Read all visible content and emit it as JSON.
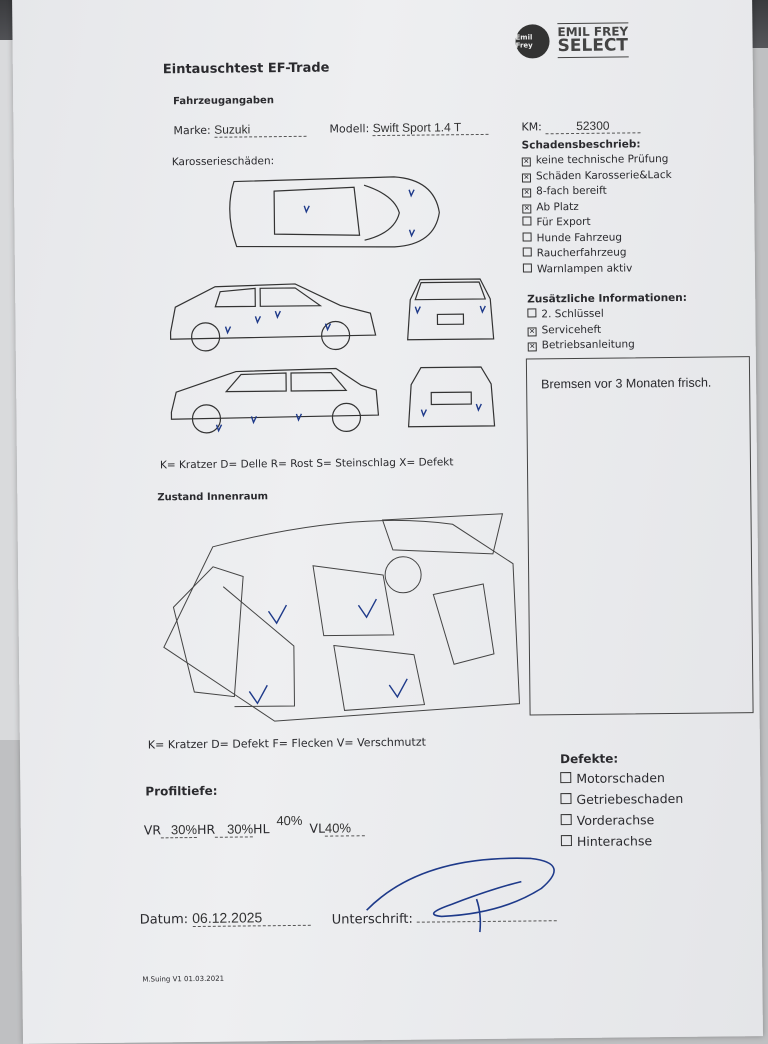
{
  "header": {
    "title": "Eintauschtest EF-Trade",
    "logo": {
      "emblem": "Emil Frey",
      "line1": "EMIL FREY",
      "line2": "SELECT"
    }
  },
  "vehicle": {
    "section": "Fahrzeugangaben",
    "make_label": "Marke:",
    "make_value": "Suzuki",
    "model_label": "Modell:",
    "model_value": "Swift Sport 1.4 T",
    "km_label": "KM:",
    "km_value": "52300"
  },
  "body_damage": {
    "title": "Karosserieschäden:",
    "legend": "K= Kratzer D= Delle R= Rost S= Steinschlag X= Defekt"
  },
  "damage_description": {
    "title": "Schadensbeschrieb:",
    "items": [
      {
        "label": "keine technische Prüfung",
        "checked": true
      },
      {
        "label": "Schäden Karosserie&Lack",
        "checked": true
      },
      {
        "label": "8-fach bereift",
        "checked": true
      },
      {
        "label": "Ab Platz",
        "checked": true
      },
      {
        "label": "Für Export",
        "checked": false
      },
      {
        "label": "Hunde Fahrzeug",
        "checked": false
      },
      {
        "label": "Raucherfahrzeug",
        "checked": false
      },
      {
        "label": "Warnlampen aktiv",
        "checked": false
      }
    ]
  },
  "additional_info": {
    "title": "Zusätzliche Informationen:",
    "items": [
      {
        "label": "2. Schlüssel",
        "checked": false
      },
      {
        "label": "Serviceheft",
        "checked": true
      },
      {
        "label": "Betriebsanleitung",
        "checked": true
      }
    ]
  },
  "notes": "Bremsen vor 3 Monaten frisch.",
  "interior": {
    "title": "Zustand Innenraum",
    "legend": "K= Kratzer D= Defekt F= Flecken V= Verschmutzt"
  },
  "defects": {
    "title": "Defekte:",
    "items": [
      {
        "label": "Motorschaden",
        "checked": false
      },
      {
        "label": "Getriebeschaden",
        "checked": false
      },
      {
        "label": "Vorderachse",
        "checked": false
      },
      {
        "label": "Hinterachse",
        "checked": false
      }
    ]
  },
  "tread": {
    "title": "Profiltiefe:",
    "vr_label": "VR",
    "vr_value": "30%",
    "hr_label": "HR",
    "hr_value": "30%",
    "hl_label": "HL",
    "hl_value": "40%",
    "vl_label": "VL",
    "vl_value": "40%"
  },
  "footer": {
    "date_label": "Datum:",
    "date_value": "06.12.2025",
    "signature_label": "Unterschrift:",
    "version": "M.Suing V1 01.03.2021"
  },
  "colors": {
    "ink": "#1e3a8a",
    "print": "#2a2a2e"
  }
}
